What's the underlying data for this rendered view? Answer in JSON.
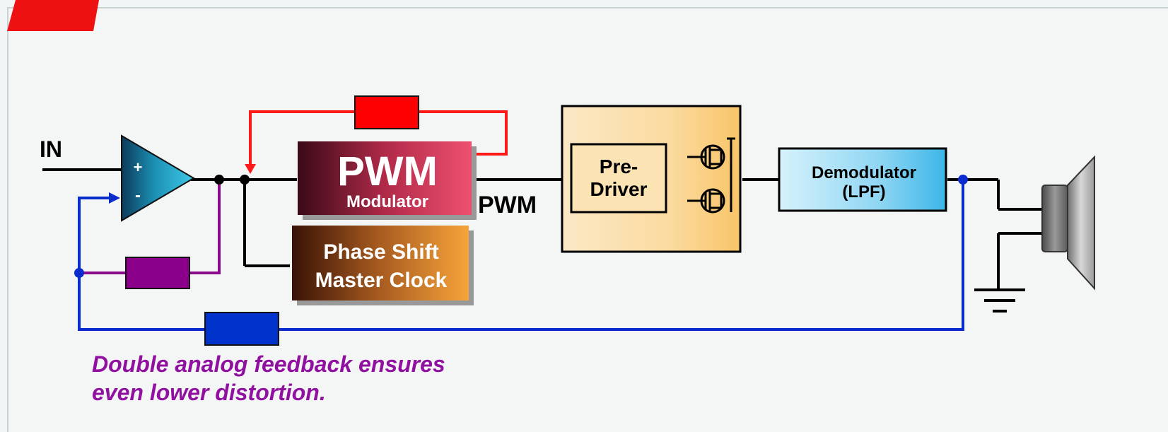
{
  "labels": {
    "input": "IN",
    "plus": "+",
    "minus": "-",
    "pwm_title": "PWM",
    "pwm_sub": "Modulator",
    "pwm_signal": "PWM",
    "phase_line1": "Phase Shift",
    "phase_line2": "Master Clock",
    "predriver_line1": "Pre-",
    "predriver_line2": "Driver",
    "demod_line1": "Demodulator",
    "demod_line2": "(LPF)"
  },
  "caption": {
    "line1": "Double analog feedback ensures",
    "line2": "even lower distortion."
  },
  "colors": {
    "red_feedback": "#ff1a1a",
    "purple_feedback": "#8b0a8b",
    "blue_feedback": "#0a2ccf",
    "caption": "#9010a0"
  }
}
